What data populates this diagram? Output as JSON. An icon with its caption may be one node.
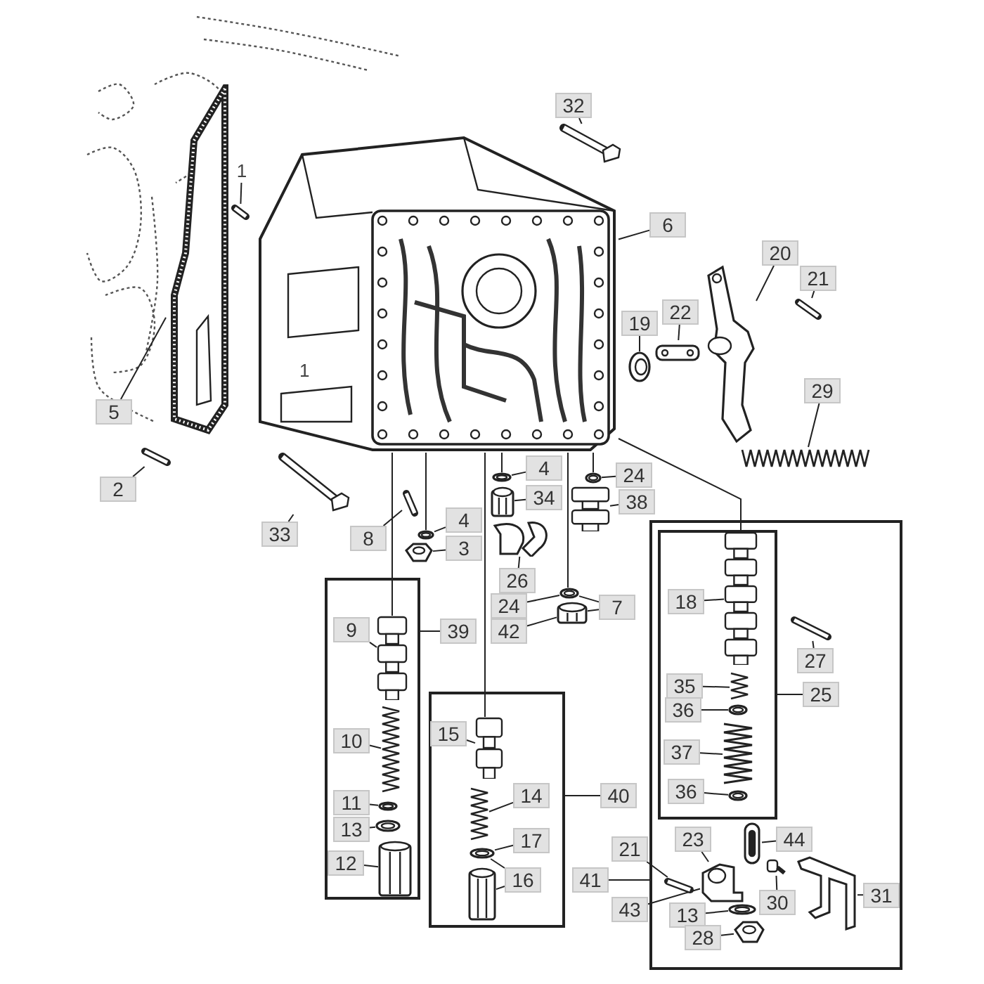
{
  "diagram": {
    "nodes": [
      {
        "text": [],
        "shape": "housing"
      },
      {
        "text": [],
        "shape": "gasket"
      },
      {
        "text": [],
        "shape": "box"
      },
      {
        "text": [],
        "shape": "box",
        "in": 2
      },
      {
        "text": [],
        "shape": "box"
      },
      {
        "text": [],
        "shape": "box"
      },
      {
        "text": [
          "32"
        ]
      },
      {
        "text": [
          "1"
        ]
      },
      {
        "text": [
          "6"
        ]
      },
      {
        "text": [
          "20"
        ]
      },
      {
        "text": [
          "21"
        ]
      },
      {
        "text": [
          "22"
        ]
      },
      {
        "text": [
          "19"
        ]
      },
      {
        "text": [
          "29"
        ]
      },
      {
        "text": [
          "5"
        ]
      },
      {
        "text": [
          "24"
        ]
      },
      {
        "text": [
          "4"
        ]
      },
      {
        "text": [
          "34"
        ]
      },
      {
        "text": [
          "38"
        ]
      },
      {
        "text": [
          "2"
        ]
      },
      {
        "text": [
          "33"
        ]
      },
      {
        "text": [
          "8"
        ]
      },
      {
        "text": [
          "4"
        ]
      },
      {
        "text": [
          "3"
        ]
      },
      {
        "text": [
          "26"
        ]
      },
      {
        "text": [
          "24"
        ]
      },
      {
        "text": [
          "7"
        ]
      },
      {
        "text": [
          "42"
        ]
      },
      {
        "text": [
          "39"
        ]
      },
      {
        "text": [
          "9"
        ],
        "in": 4
      },
      {
        "text": [
          "18"
        ],
        "in": 3
      },
      {
        "text": [
          "27"
        ],
        "in": 2
      },
      {
        "text": [
          "35"
        ],
        "in": 3
      },
      {
        "text": [
          "25"
        ],
        "in": 2
      },
      {
        "text": [
          "36"
        ],
        "in": 3
      },
      {
        "text": [
          "15"
        ],
        "in": 5
      },
      {
        "text": [
          "10"
        ],
        "in": 4
      },
      {
        "text": [
          "37"
        ],
        "in": 3
      },
      {
        "text": [
          "36"
        ],
        "in": 3
      },
      {
        "text": [
          "14"
        ],
        "in": 5
      },
      {
        "text": [
          "40"
        ]
      },
      {
        "text": [
          "11"
        ],
        "in": 4
      },
      {
        "text": [
          "13"
        ],
        "in": 4
      },
      {
        "text": [
          "23"
        ],
        "in": 2
      },
      {
        "text": [
          "44"
        ],
        "in": 2
      },
      {
        "text": [
          "17"
        ],
        "in": 5
      },
      {
        "text": [
          "12"
        ],
        "in": 4
      },
      {
        "text": [
          "21"
        ]
      },
      {
        "text": [
          "41"
        ]
      },
      {
        "text": [
          "16"
        ],
        "in": 5
      },
      {
        "text": [
          "31"
        ],
        "in": 2
      },
      {
        "text": [
          "30"
        ],
        "in": 2
      },
      {
        "text": [
          "43"
        ]
      },
      {
        "text": [
          "13"
        ],
        "in": 2
      },
      {
        "text": [
          "28"
        ],
        "in": 2
      },
      {
        "text": [],
        "shape": "bolt"
      },
      {
        "text": [],
        "shape": "pin"
      },
      {
        "text": [],
        "shape": "lever"
      },
      {
        "text": [],
        "shape": "pin"
      },
      {
        "text": [],
        "shape": "shaft"
      },
      {
        "text": [],
        "shape": "seal"
      },
      {
        "text": [],
        "shape": "spring"
      },
      {
        "text": [],
        "shape": "pin"
      },
      {
        "text": [],
        "shape": "bolt"
      },
      {
        "text": [],
        "shape": "washer"
      },
      {
        "text": [],
        "shape": "washer"
      },
      {
        "text": [],
        "shape": "plug"
      },
      {
        "text": [],
        "shape": "valve"
      },
      {
        "text": [],
        "shape": "pin"
      },
      {
        "text": [],
        "shape": "washer"
      },
      {
        "text": [],
        "shape": "nut"
      },
      {
        "text": [],
        "shape": "bracket"
      },
      {
        "text": [],
        "shape": "washer"
      },
      {
        "text": [],
        "shape": "plug"
      },
      {
        "text": [],
        "shape": "valve",
        "in": 4
      },
      {
        "text": [],
        "shape": "valve",
        "in": 3
      },
      {
        "text": [],
        "shape": "pin",
        "in": 2
      },
      {
        "text": [],
        "shape": "spring",
        "in": 3
      },
      {
        "text": [],
        "shape": "washer",
        "in": 3
      },
      {
        "text": [],
        "shape": "spring",
        "in": 4
      },
      {
        "text": [],
        "shape": "valve",
        "in": 5
      },
      {
        "text": [],
        "shape": "spring",
        "in": 3
      },
      {
        "text": [],
        "shape": "washer",
        "in": 3
      },
      {
        "text": [],
        "shape": "spring",
        "in": 5
      },
      {
        "text": [],
        "shape": "washer",
        "in": 4
      },
      {
        "text": [],
        "shape": "washer",
        "in": 4
      },
      {
        "text": [],
        "shape": "link",
        "in": 2
      },
      {
        "text": [],
        "shape": "washer",
        "in": 5
      },
      {
        "text": [],
        "shape": "block",
        "in": 2
      },
      {
        "text": [],
        "shape": "plug",
        "in": 4
      },
      {
        "text": [],
        "shape": "pin",
        "in": 2
      },
      {
        "text": [],
        "shape": "screw",
        "in": 2
      },
      {
        "text": [],
        "shape": "clip",
        "in": 2
      },
      {
        "text": [],
        "shape": "plug",
        "in": 5
      },
      {
        "text": [],
        "shape": "washer",
        "in": 2
      },
      {
        "text": [],
        "shape": "nut",
        "in": 2
      }
    ],
    "edges": [
      {
        "from": 6,
        "to": 55,
        "arrow": "none"
      },
      {
        "from": 7,
        "to": 56,
        "arrow": "none"
      },
      {
        "from": 8,
        "to": 0,
        "arrow": "none"
      },
      {
        "from": 9,
        "to": 57,
        "arrow": "none"
      },
      {
        "from": 10,
        "to": 58,
        "arrow": "none"
      },
      {
        "from": 11,
        "to": 59,
        "arrow": "none"
      },
      {
        "from": 12,
        "to": 60,
        "arrow": "none"
      },
      {
        "from": 13,
        "to": 61,
        "arrow": "none"
      },
      {
        "from": 14,
        "to": 1,
        "arrow": "none"
      },
      {
        "from": 15,
        "to": 65,
        "arrow": "none"
      },
      {
        "from": 16,
        "to": 64,
        "arrow": "none"
      },
      {
        "from": 17,
        "to": 66,
        "arrow": "none"
      },
      {
        "from": 18,
        "to": 67,
        "arrow": "none"
      },
      {
        "from": 19,
        "to": 62,
        "arrow": "none"
      },
      {
        "from": 20,
        "to": 63,
        "arrow": "none"
      },
      {
        "from": 21,
        "to": 68,
        "arrow": "none"
      },
      {
        "from": 22,
        "to": 69,
        "arrow": "none"
      },
      {
        "from": 23,
        "to": 70,
        "arrow": "none"
      },
      {
        "from": 24,
        "to": 71,
        "arrow": "none"
      },
      {
        "from": 25,
        "to": 72,
        "arrow": "none"
      },
      {
        "from": 26,
        "to": 72,
        "arrow": "none"
      },
      {
        "from": 26,
        "to": 73,
        "arrow": "none"
      },
      {
        "from": 27,
        "to": 73,
        "arrow": "none"
      },
      {
        "from": 28,
        "to": 4,
        "arrow": "none"
      },
      {
        "from": 29,
        "to": 74,
        "arrow": "none"
      },
      {
        "from": 30,
        "to": 75,
        "arrow": "none"
      },
      {
        "from": 31,
        "to": 76,
        "arrow": "none"
      },
      {
        "from": 32,
        "to": 77,
        "arrow": "none"
      },
      {
        "from": 33,
        "to": 3,
        "arrow": "none"
      },
      {
        "from": 34,
        "to": 78,
        "arrow": "none"
      },
      {
        "from": 35,
        "to": 80,
        "arrow": "none"
      },
      {
        "from": 36,
        "to": 79,
        "arrow": "none"
      },
      {
        "from": 37,
        "to": 81,
        "arrow": "none"
      },
      {
        "from": 38,
        "to": 82,
        "arrow": "none"
      },
      {
        "from": 39,
        "to": 83,
        "arrow": "none"
      },
      {
        "from": 40,
        "to": 5,
        "arrow": "none"
      },
      {
        "from": 41,
        "to": 84,
        "arrow": "none"
      },
      {
        "from": 42,
        "to": 85,
        "arrow": "none"
      },
      {
        "from": 43,
        "to": 88,
        "arrow": "none"
      },
      {
        "from": 44,
        "to": 86,
        "arrow": "none"
      },
      {
        "from": 45,
        "to": 87,
        "arrow": "none"
      },
      {
        "from": 46,
        "to": 89,
        "arrow": "none"
      },
      {
        "from": 47,
        "to": 90,
        "arrow": "none"
      },
      {
        "from": 48,
        "to": 2,
        "arrow": "none"
      },
      {
        "from": 49,
        "to": 87,
        "arrow": "none"
      },
      {
        "from": 49,
        "to": 93,
        "arrow": "none"
      },
      {
        "from": 50,
        "to": 92,
        "arrow": "none"
      },
      {
        "from": 51,
        "to": 91,
        "arrow": "none"
      },
      {
        "from": 52,
        "to": 88,
        "arrow": "none"
      },
      {
        "from": 53,
        "to": 94,
        "arrow": "none"
      },
      {
        "from": 54,
        "to": 95,
        "arrow": "none"
      },
      {
        "from": 0,
        "to": 74,
        "arrow": "none"
      },
      {
        "from": 0,
        "to": 80,
        "arrow": "none"
      },
      {
        "from": 0,
        "to": 75,
        "arrow": "none"
      },
      {
        "from": 0,
        "to": 69,
        "arrow": "none"
      },
      {
        "from": 0,
        "to": 64,
        "arrow": "none"
      },
      {
        "from": 0,
        "to": 65,
        "arrow": "none"
      },
      {
        "from": 0,
        "to": 72,
        "arrow": "none"
      }
    ],
    "labels": [
      "1"
    ]
  }
}
